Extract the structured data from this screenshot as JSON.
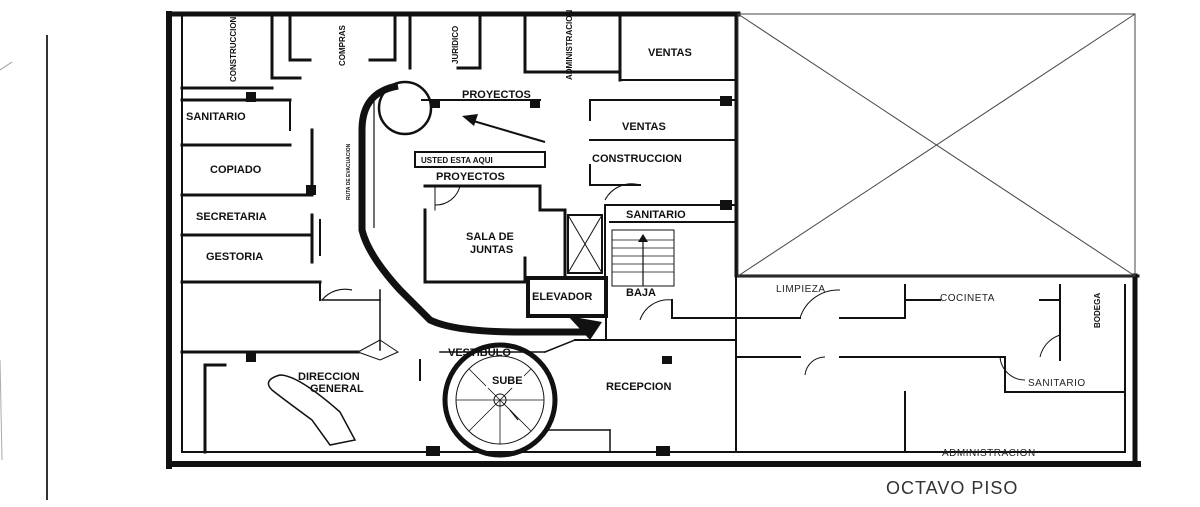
{
  "caption": "OCTAVO PISO",
  "rooms": {
    "construccion_top": "CONSTRUCCION",
    "compras": "COMPRAS",
    "juridico": "JURIDICO",
    "administracion_top": "ADMINISTRACION",
    "ventas_top": "VENTAS",
    "sanitario_left": "SANITARIO",
    "proyectos_top": "PROYECTOS",
    "ventas_mid": "VENTAS",
    "copiado": "COPIADO",
    "construccion_mid": "CONSTRUCCION",
    "proyectos_mid": "PROYECTOS",
    "secretaria": "SECRETARIA",
    "sanitario_mid": "SANITARIO",
    "sala_juntas_1": "SALA DE",
    "sala_juntas_2": "JUNTAS",
    "gestoria": "GESTORIA",
    "elevador": "ELEVADOR",
    "baja": "BAJA",
    "limpieza": "LIMPIEZA",
    "cocineta": "COCINETA",
    "bodega": "BODEGA",
    "vestibulo": "VESTIBULO",
    "direccion_1": "DIRECCION",
    "direccion_2": "GENERAL",
    "sube": "SUBE",
    "recepcion": "RECEPCION",
    "sanitario_right": "SANITARIO",
    "administracion_bottom": "ADMINISTRACION"
  },
  "markers": {
    "you_are_here": "USTED ESTA AQUI",
    "evacuation_route": "RUTA DE EVACUACION"
  },
  "colors": {
    "wall": "#111111",
    "background": "#ffffff"
  }
}
